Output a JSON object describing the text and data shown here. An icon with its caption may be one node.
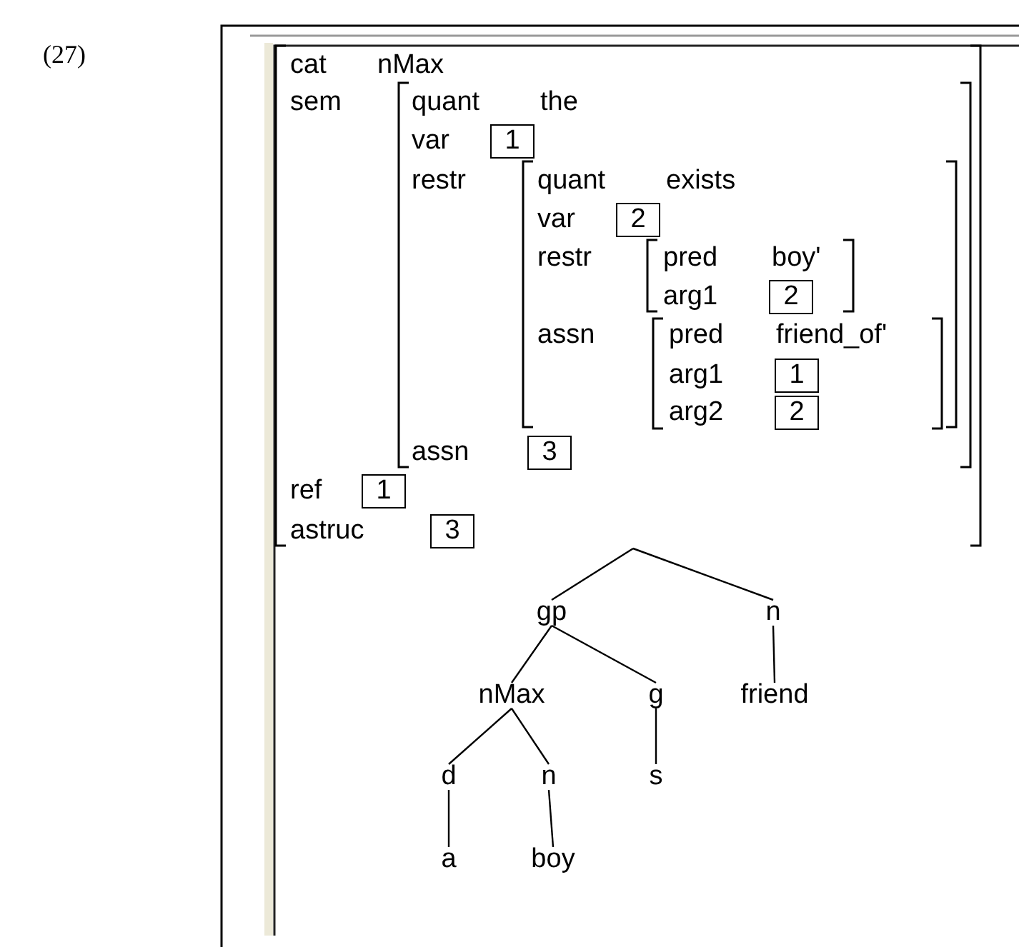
{
  "diagram": {
    "nodes": [
      {
        "text": [
          "1"
        ]
      },
      {
        "text": [
          "2"
        ]
      },
      {
        "text": [
          "2"
        ]
      },
      {
        "text": [
          "1"
        ]
      },
      {
        "text": [
          "2"
        ]
      },
      {
        "text": [
          "3"
        ]
      },
      {
        "text": [
          "1"
        ]
      },
      {
        "text": [
          "3"
        ]
      },
      {
        "text": [
          "gp"
        ]
      },
      {
        "text": [
          "n"
        ]
      },
      {
        "text": [
          "nMax"
        ]
      },
      {
        "text": [
          "g"
        ]
      },
      {
        "text": [
          "friend"
        ]
      },
      {
        "text": [
          "d"
        ]
      },
      {
        "text": [
          "n"
        ]
      },
      {
        "text": [
          "s"
        ]
      },
      {
        "text": [
          "a"
        ]
      },
      {
        "text": [
          "boy"
        ]
      }
    ],
    "edges": [
      {
        "from": null,
        "to": 8,
        "arrow": "none"
      },
      {
        "from": null,
        "to": 9,
        "arrow": "none"
      },
      {
        "from": 8,
        "to": 10,
        "arrow": "none"
      },
      {
        "from": 8,
        "to": 11,
        "arrow": "none"
      },
      {
        "from": 9,
        "to": 12,
        "arrow": "none"
      },
      {
        "from": 10,
        "to": 13,
        "arrow": "none"
      },
      {
        "from": 10,
        "to": 14,
        "arrow": "none"
      },
      {
        "from": 11,
        "to": 15,
        "arrow": "none"
      },
      {
        "from": 13,
        "to": 16,
        "arrow": "none"
      },
      {
        "from": 14,
        "to": 17,
        "arrow": "none"
      }
    ],
    "labels": [
      "(27)",
      "cat",
      "nMax",
      "sem",
      "quant",
      "the",
      "var",
      "restr",
      "quant",
      "exists",
      "var",
      "restr",
      "pred",
      "boy'",
      "arg1",
      "assn",
      "pred",
      "friend_of'",
      "arg1",
      "arg2",
      "assn",
      "ref",
      "astruc"
    ]
  }
}
